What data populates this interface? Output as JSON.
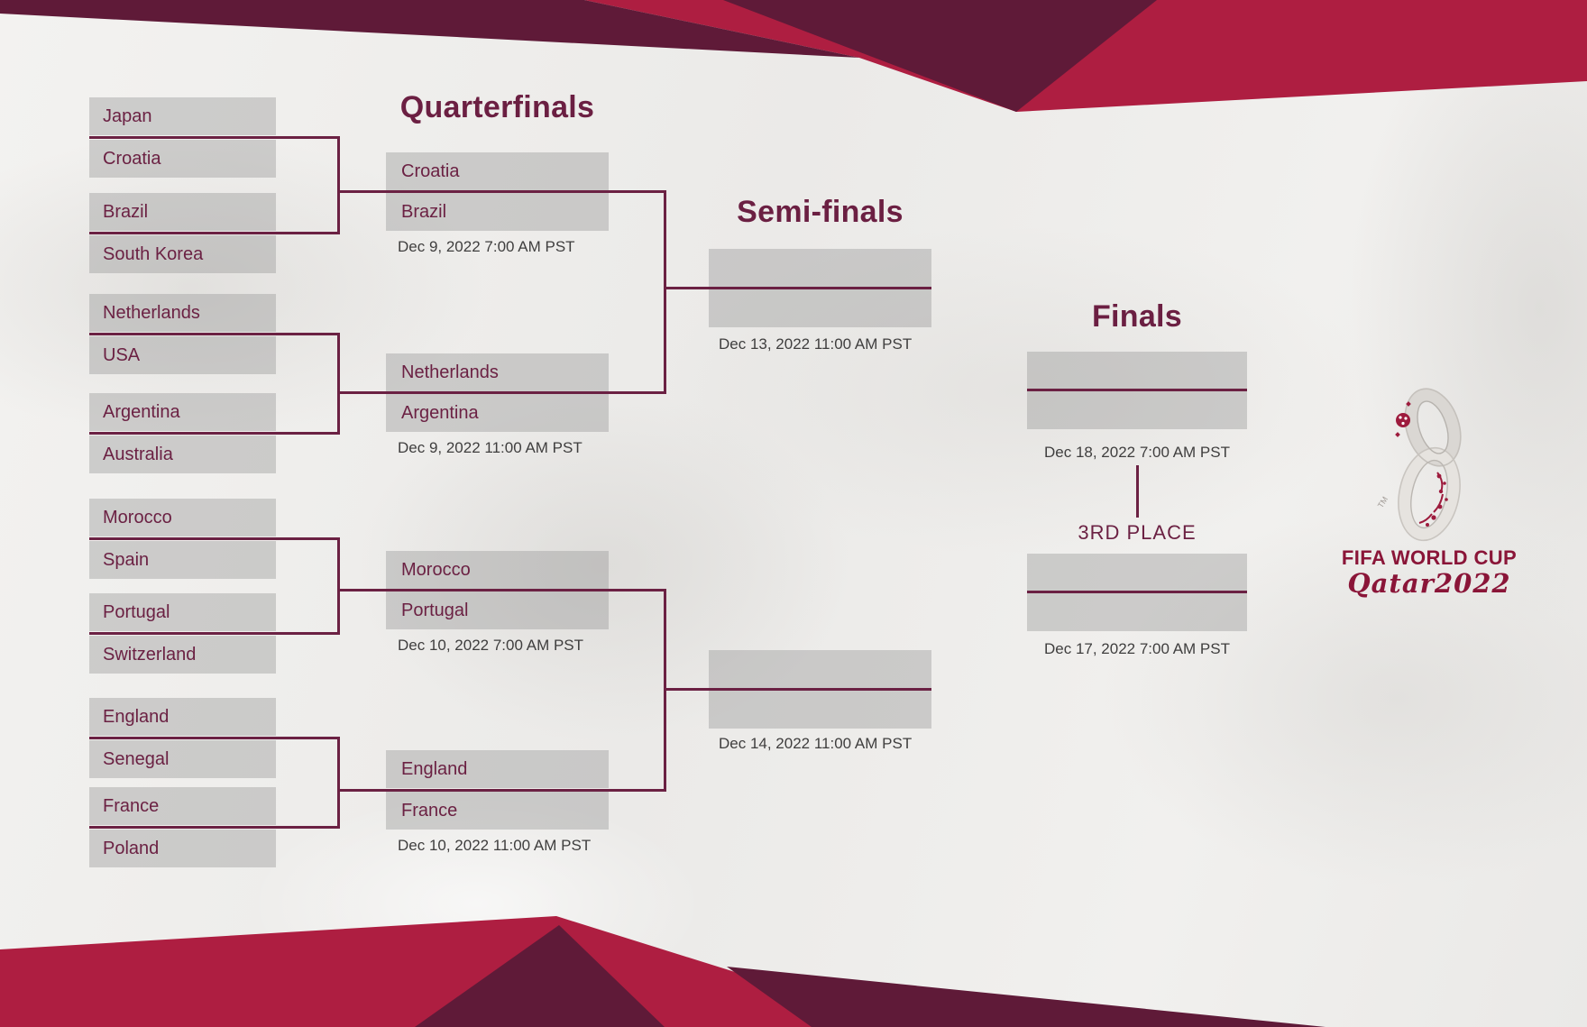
{
  "poster": {
    "headings": {
      "quarterfinals": "Quarterfinals",
      "semifinals": "Semi-finals",
      "finals": "Finals",
      "third_place": "3RD PLACE"
    },
    "round_of_16": {
      "teams": [
        "Japan",
        "Croatia",
        "Brazil",
        "South Korea",
        "Netherlands",
        "USA",
        "Argentina",
        "Australia",
        "Morocco",
        "Spain",
        "Portugal",
        "Switzerland",
        "England",
        "Senegal",
        "France",
        "Poland"
      ]
    },
    "quarterfinals": {
      "matches": [
        {
          "top": "Croatia",
          "bottom": "Brazil",
          "datetime": "Dec 9, 2022 7:00 AM PST"
        },
        {
          "top": "Netherlands",
          "bottom": "Argentina",
          "datetime": "Dec 9, 2022 11:00 AM PST"
        },
        {
          "top": "Morocco",
          "bottom": "Portugal",
          "datetime": "Dec 10, 2022 7:00 AM PST"
        },
        {
          "top": "England",
          "bottom": "France",
          "datetime": "Dec 10, 2022 11:00 AM PST"
        }
      ]
    },
    "semifinals": {
      "matches": [
        {
          "top": "",
          "bottom": "",
          "datetime": "Dec 13, 2022 11:00 AM PST"
        },
        {
          "top": "",
          "bottom": "",
          "datetime": "Dec 14, 2022 11:00 AM PST"
        }
      ]
    },
    "finals": {
      "match": {
        "top": "",
        "bottom": "",
        "datetime": "Dec 18, 2022 7:00 AM PST"
      }
    },
    "third_place": {
      "match": {
        "top": "",
        "bottom": "",
        "datetime": "Dec 17, 2022 7:00 AM PST"
      }
    },
    "logo": {
      "wordmark_line1": "FIFA WORLD CUP",
      "wordmark_line2": "Qatar2022",
      "trademark": "TM"
    },
    "colors": {
      "maroon": "#6b2143",
      "crimson": "#ae1e41",
      "dark_maroon": "#5f1a38",
      "slot_gray": "#c9c8c7",
      "date_text": "#3f3e3e",
      "logo_red": "#8a1538"
    }
  }
}
